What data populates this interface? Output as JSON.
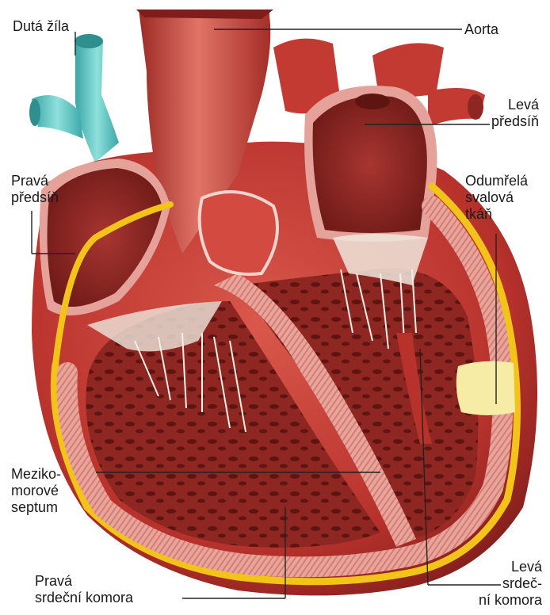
{
  "labels": {
    "vena_cava": [
      "Dutá žíla"
    ],
    "aorta": [
      "Aorta"
    ],
    "left_atrium": [
      "Levá",
      "předsíň"
    ],
    "right_atrium": [
      "Pravá",
      "předsíň"
    ],
    "dead_tissue": [
      "Odumřelá",
      "svalová",
      "tkáň"
    ],
    "septum": [
      "Meziko-",
      "morové",
      "septum"
    ],
    "right_ventricle": [
      "Pravá",
      "srdeční komora"
    ],
    "left_ventricle": [
      "Levá",
      "srdeč-",
      "ní komora"
    ]
  },
  "colors": {
    "muscle": "#b8322c",
    "muscle_dark": "#7e1d1a",
    "muscle_light": "#d9574b",
    "chamber": "#8e2622",
    "wall_inner": "#e59a92",
    "fat": "#f2c318",
    "vein": "#5fc7c4",
    "dead_tissue": "#f6eca6",
    "valve": "#eee7dd",
    "leader": "#222222"
  }
}
